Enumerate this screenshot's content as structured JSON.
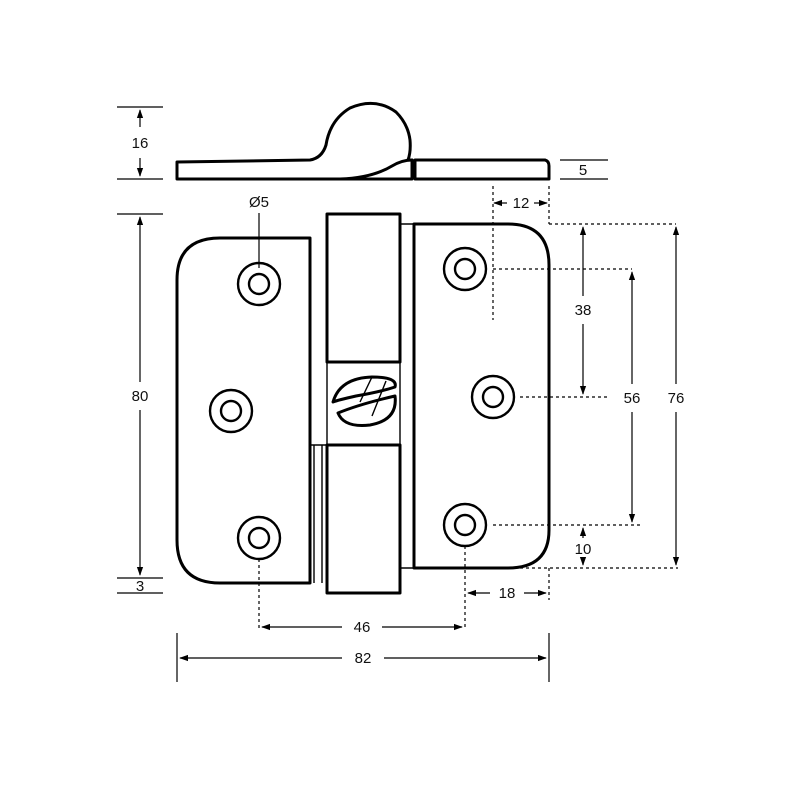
{
  "colors": {
    "line": "#000000",
    "background": "#ffffff"
  },
  "dimensions": {
    "knuckle_height": "16",
    "leaf_thickness": "5",
    "hole_diameter": "Ø5",
    "edge_to_hole": "12",
    "hole_spacing_small": "38",
    "hole_spacing_mid": "56",
    "hole_spacing_large": "76",
    "leaf_height": "80",
    "bottom_offset": "3",
    "hole_bottom_offset": "10",
    "hole_edge_offset": "18",
    "hole_center_spacing": "46",
    "overall_width": "82"
  }
}
